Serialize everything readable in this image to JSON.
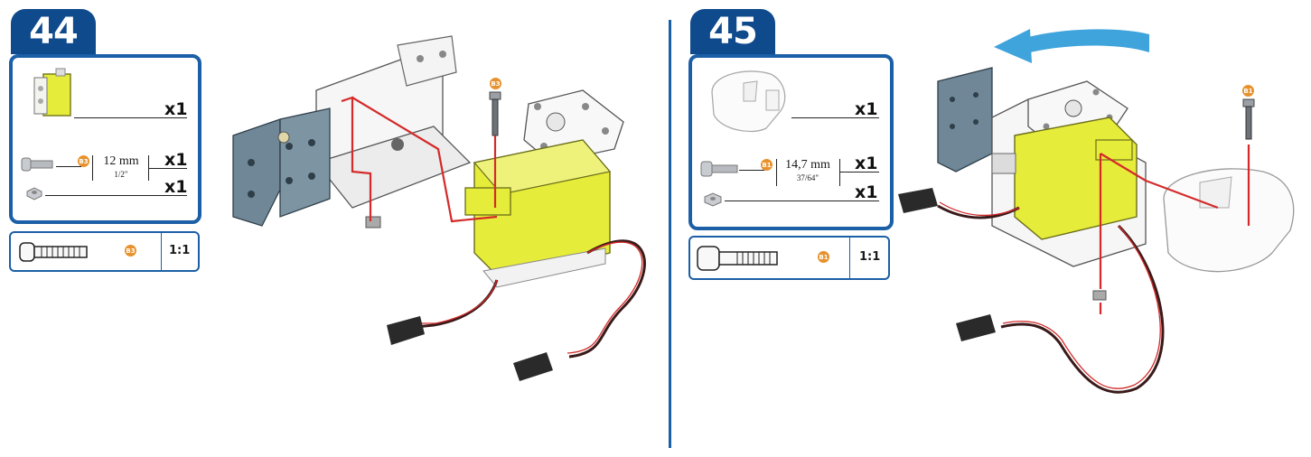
{
  "steps": [
    {
      "number": "44",
      "parts": [
        {
          "qty": "x1"
        },
        {
          "marker": "B3",
          "length_mm": "12 mm",
          "length_in": "1/2\"",
          "qty": "x1"
        },
        {
          "qty": "x1"
        }
      ],
      "scale": {
        "marker": "B3",
        "ratio": "1:1"
      },
      "diagram_marker": "B3"
    },
    {
      "number": "45",
      "parts": [
        {
          "qty": "x1"
        },
        {
          "marker": "B1",
          "length_mm": "14,7 mm",
          "length_in": "37/64\"",
          "qty": "x1"
        },
        {
          "qty": "x1"
        }
      ],
      "scale": {
        "marker": "B1",
        "ratio": "1:1"
      },
      "diagram_marker": "B1"
    }
  ],
  "colors": {
    "badge": "#0f4a8c",
    "frame": "#1b5fa6",
    "servo_yellow": "#e6ec3a",
    "bracket_gray": "#6f8796",
    "guide_red": "#d42a2a",
    "marker_orange": "#e8922e",
    "rotation_arrow": "#3fa3dc"
  }
}
